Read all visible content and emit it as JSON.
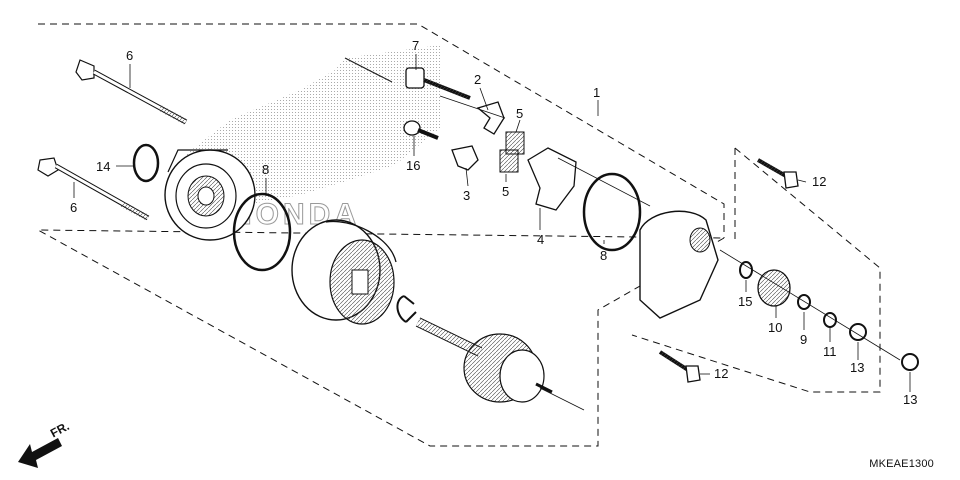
{
  "diagram": {
    "code": "MKEAE1300",
    "direction_label": "FR.",
    "watermark_text": "HONDA",
    "watermark_brand": "honda-wing-logo",
    "callouts": [
      {
        "id": "c1",
        "label": "1"
      },
      {
        "id": "c2",
        "label": "2"
      },
      {
        "id": "c3",
        "label": "3"
      },
      {
        "id": "c4",
        "label": "4"
      },
      {
        "id": "c5a",
        "label": "5"
      },
      {
        "id": "c5b",
        "label": "5"
      },
      {
        "id": "c6a",
        "label": "6"
      },
      {
        "id": "c6b",
        "label": "6"
      },
      {
        "id": "c7",
        "label": "7"
      },
      {
        "id": "c8a",
        "label": "8"
      },
      {
        "id": "c8b",
        "label": "8"
      },
      {
        "id": "c9",
        "label": "9"
      },
      {
        "id": "c10",
        "label": "10"
      },
      {
        "id": "c11",
        "label": "11"
      },
      {
        "id": "c12a",
        "label": "12"
      },
      {
        "id": "c12b",
        "label": "12"
      },
      {
        "id": "c13a",
        "label": "13"
      },
      {
        "id": "c13b",
        "label": "13"
      },
      {
        "id": "c14",
        "label": "14"
      },
      {
        "id": "c15",
        "label": "15"
      },
      {
        "id": "c16",
        "label": "16"
      }
    ]
  }
}
